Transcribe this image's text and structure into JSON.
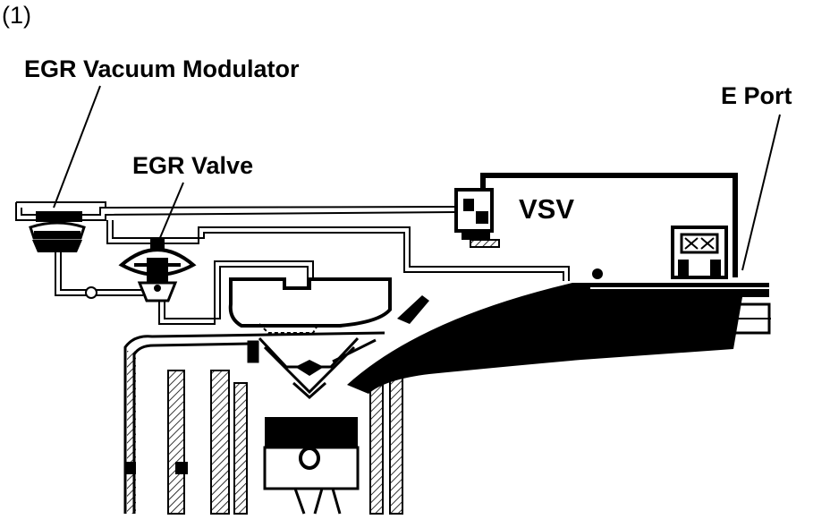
{
  "figure": {
    "number": "(1)"
  },
  "labels": {
    "egr_vacuum_modulator": "EGR Vacuum Modulator",
    "egr_valve": "EGR Valve",
    "e_port": "E Port",
    "vsv": "VSV"
  },
  "colors": {
    "ink": "#000000",
    "paper": "#ffffff"
  }
}
